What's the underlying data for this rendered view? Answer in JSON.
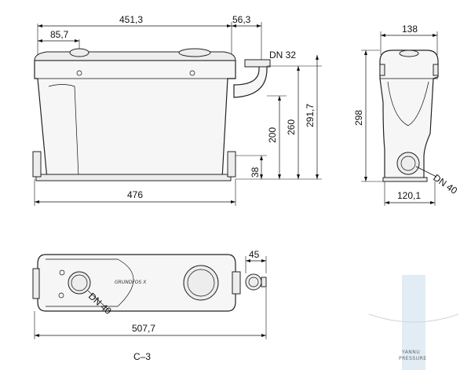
{
  "dimensions": {
    "front_width_top": "451,3",
    "front_left_offset": "85,7",
    "front_outlet_offset": "56,3",
    "outlet_label": "DN 32",
    "front_base_width": "476",
    "height_200": "200",
    "height_260": "260",
    "height_291": "291,7",
    "height_38": "38",
    "side_width": "138",
    "side_height": "298",
    "side_inlet_label": "DN 40",
    "side_base_width": "120,1",
    "top_offset_45": "45",
    "top_inlet_label": "DN 40",
    "top_total_length": "507,7"
  },
  "caption": "C–3",
  "brand_mark": "GRUNDFOS X",
  "watermark": {
    "line1": "YANNU",
    "line2": "PRESSURE"
  },
  "colors": {
    "line": "#111111",
    "body_fill": "#f6f6f6",
    "watermark_blue": "#cfe0ee"
  }
}
